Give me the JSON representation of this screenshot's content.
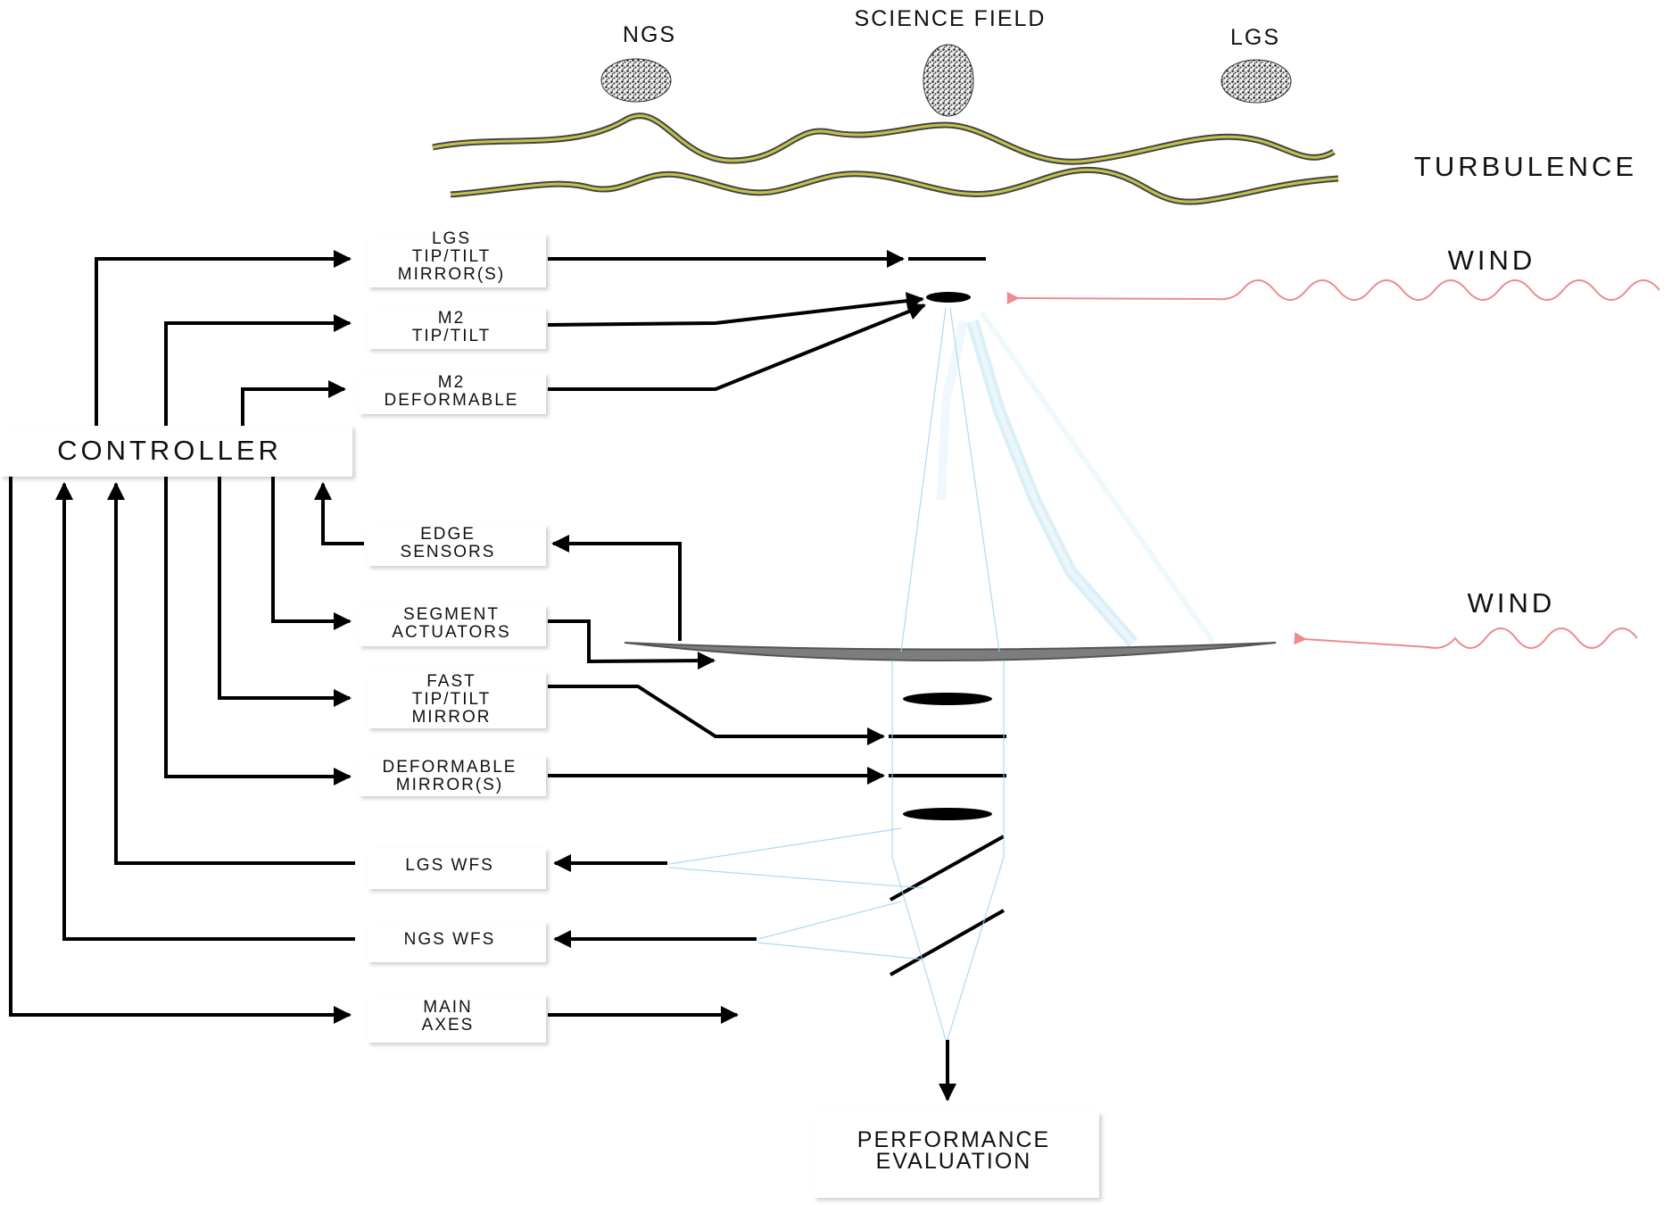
{
  "sources": {
    "ngs": "NGS",
    "science_field": "SCIENCE FIELD",
    "lgs": "LGS"
  },
  "turbulence_label": "TURBULENCE",
  "wind_top_label": "WIND",
  "wind_bottom_label": "WIND",
  "controller_label": "CONTROLLER",
  "boxes": {
    "lgs_tip_tilt": [
      "LGS",
      "TIP/TILT",
      "MIRROR(S)"
    ],
    "m2_tip_tilt": [
      "M2",
      "TIP/TILT"
    ],
    "m2_deformable": [
      "M2",
      "DEFORMABLE"
    ],
    "edge_sensors": [
      "EDGE",
      "SENSORS"
    ],
    "segment_actuators": [
      "SEGMENT",
      "ACTUATORS"
    ],
    "fast_tip_tilt": [
      "FAST",
      "TIP/TILT",
      "MIRROR"
    ],
    "deformable_mirrors": [
      "DEFORMABLE",
      "MIRROR(S)"
    ],
    "lgs_wfs": [
      "LGS WFS"
    ],
    "ngs_wfs": [
      "NGS WFS"
    ],
    "main_axes": [
      "MAIN",
      "AXES"
    ]
  },
  "performance": [
    "PERFORMANCE",
    "EVALUATION"
  ],
  "colors": {
    "arrow": "#000000",
    "wind": "#e8787c",
    "turbulence": "#a7a52a",
    "rays": "#9fd3ee",
    "primary_mirror": "#7d7d7d"
  }
}
